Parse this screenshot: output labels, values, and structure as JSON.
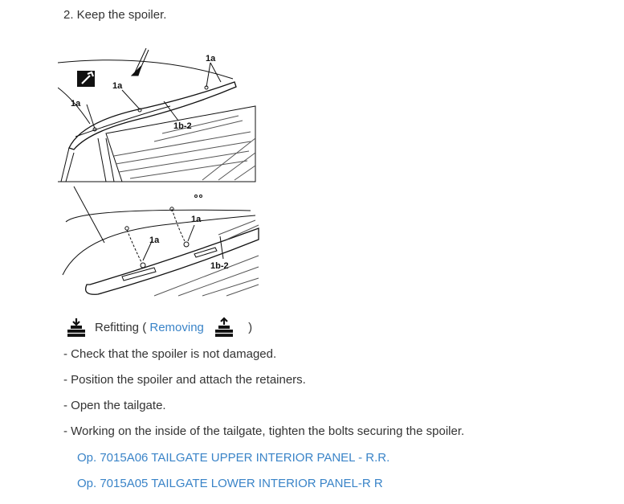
{
  "step": {
    "title": "2. Keep the spoiler."
  },
  "figure": {
    "callouts": [
      "1a",
      "1a",
      "1a",
      "1b-2",
      "1a",
      "1a",
      "1b-2"
    ]
  },
  "refit": {
    "label": "Refitting (",
    "link": "Removing",
    "close": ")"
  },
  "instructions": [
    "- Check that the spoiler is not damaged.",
    "- Position the spoiler and attach the retainers.",
    "- Open the tailgate.",
    "- Working on the inside of the tailgate, tighten the bolts securing the spoiler."
  ],
  "links": [
    "Op. 7015A06 TAILGATE UPPER INTERIOR PANEL - R.R.",
    "Op. 7015A05 TAILGATE LOWER INTERIOR PANEL-R R"
  ],
  "colors": {
    "link": "#3a84c8",
    "text": "#333333"
  },
  "icons": {
    "tool": "wrench-icon",
    "refit": "install-down-icon",
    "remove": "remove-up-icon"
  }
}
